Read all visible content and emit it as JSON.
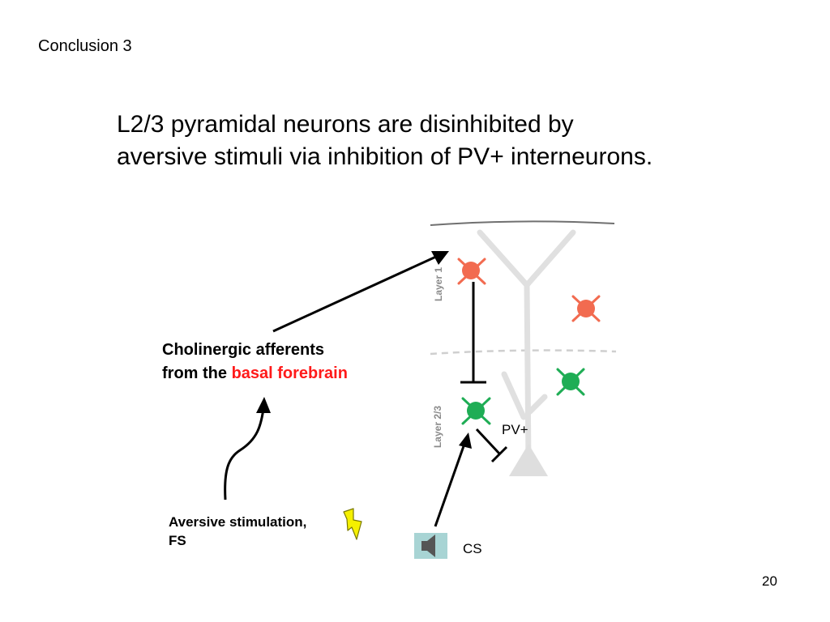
{
  "slide": {
    "section_label": "Conclusion 3",
    "statement_line1": "L2/3 pyramidal neurons are disinhibited by",
    "statement_line2": "aversive stimuli via inhibition of PV+ interneurons.",
    "page_number": "20"
  },
  "diagram": {
    "layer1_label": "Layer 1",
    "layer23_label": "Layer 2/3",
    "pv_label": "PV+",
    "cs_label": "CS",
    "cholinergic_line1": "Cholinergic afferents",
    "cholinergic_line2_prefix": "from the ",
    "cholinergic_line2_highlight": "basal forebrain",
    "aversive_line1": "Aversive stimulation,",
    "aversive_line2": "FS",
    "colors": {
      "red_neuron": "#f26b50",
      "green_neuron": "#1fad55",
      "pyramidal_gray": "#dcdcdc",
      "highlight_red": "#ff1a1a",
      "speaker_bg": "#a8d4d4",
      "bolt_yellow": "#f5f000"
    },
    "icons": [
      "speaker-icon",
      "lightning-bolt-icon"
    ]
  }
}
